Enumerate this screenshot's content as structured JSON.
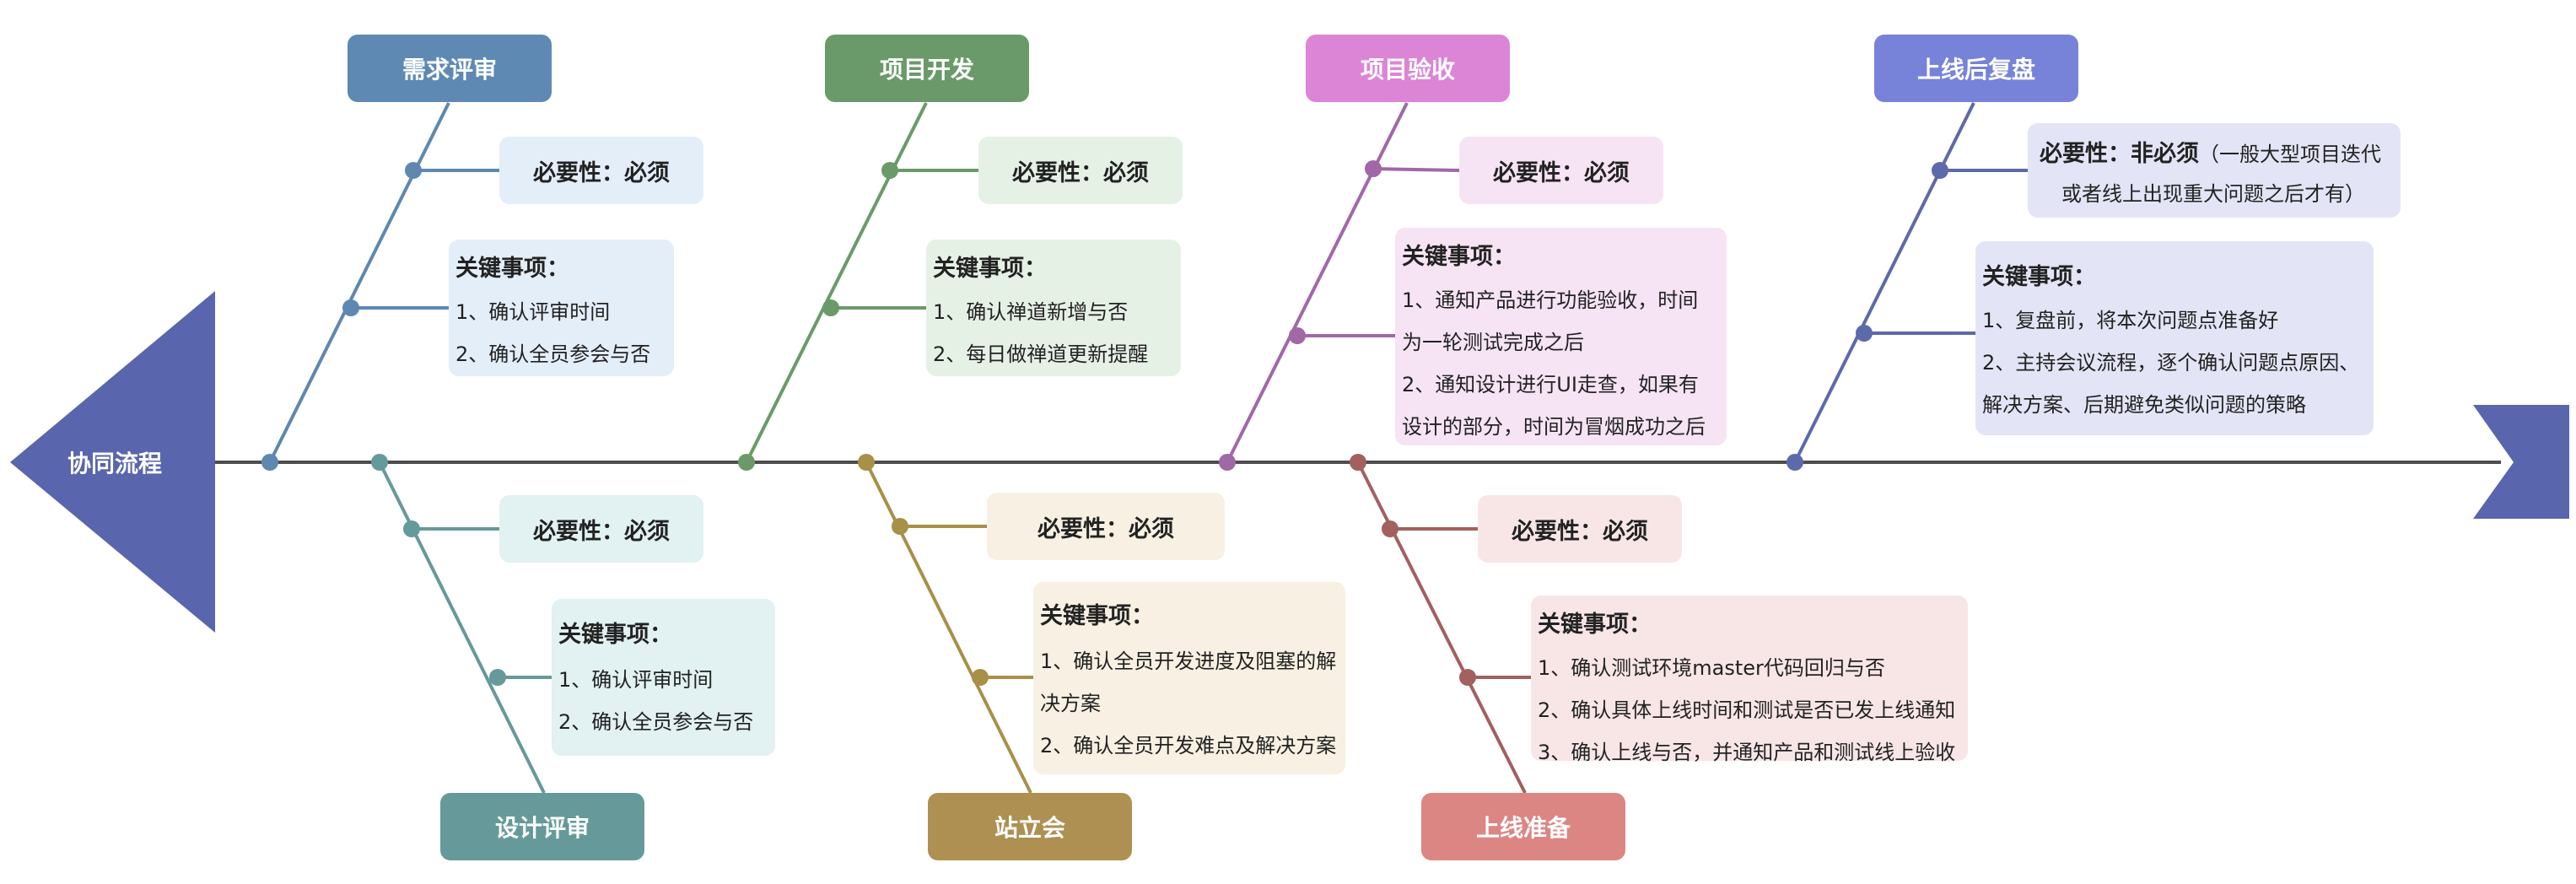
{
  "colors": {
    "spine": "#4d4d4d",
    "head": "#5965ad",
    "b1": "#5e88b0",
    "b1_light": "#e4eef9",
    "b2": "#6b9a68",
    "b2_light": "#e6f1e6",
    "b3": "#a068a6",
    "b3_light": "#f6e4f5",
    "b4": "#5d6aa9",
    "b4_light": "#e3e5f6",
    "b5": "#66999a",
    "b5_light": "#e2f1f1",
    "b6": "#a89049",
    "b6_light": "#f8f0e2",
    "b7": "#a2605f",
    "b7_light": "#f8e6e6",
    "t1": "#5e89b3",
    "t2": "#6a9a69",
    "t3": "#dc85d6",
    "t4": "#7683d8",
    "t5": "#669a9a",
    "t6": "#ad9052",
    "t7": "#dc8684"
  },
  "head": {
    "label": "协同流程"
  },
  "branches": {
    "xuqiu": {
      "title": "需求评审",
      "necessity": "必要性：必须",
      "key_title": "关键事项：",
      "items": [
        "1、确认评审时间",
        "2、确认全员参会与否"
      ]
    },
    "kaifa": {
      "title": "项目开发",
      "necessity": "必要性：必须",
      "key_title": "关键事项：",
      "items": [
        "1、确认禅道新增与否",
        "2、每日做禅道更新提醒"
      ]
    },
    "yanshou": {
      "title": "项目验收",
      "necessity": "必要性：必须",
      "key_title": "关键事项：",
      "items": [
        "1、通知产品进行功能验收，时间",
        "为一轮测试完成之后",
        "2、通知设计进行UI走查，如果有",
        "设计的部分，时间为冒烟成功之后"
      ]
    },
    "fupan": {
      "title": "上线后复盘",
      "necessity_bold": "必要性：非必须",
      "necessity_rest1": "（一般大型项目迭代",
      "necessity_rest2": "或者线上出现重大问题之后才有）",
      "key_title": "关键事项：",
      "items": [
        "1、复盘前，将本次问题点准备好",
        "2、主持会议流程，逐个确认问题点原因、",
        "解决方案、后期避免类似问题的策略"
      ]
    },
    "sheji": {
      "title": "设计评审",
      "necessity": "必要性：必须",
      "key_title": "关键事项：",
      "items": [
        "1、确认评审时间",
        "2、确认全员参会与否"
      ]
    },
    "zhanli": {
      "title": "站立会",
      "necessity": "必要性：必须",
      "key_title": "关键事项：",
      "items": [
        "1、确认全员开发进度及阻塞的解",
        "决方案",
        "2、确认全员开发难点及解决方案"
      ]
    },
    "zhunbei": {
      "title": "上线准备",
      "necessity": "必要性：必须",
      "key_title": "关键事项：",
      "items": [
        "1、确认测试环境master代码回归与否",
        "2、确认具体上线时间和测试是否已发上线通知",
        "3、确认上线与否，并通知产品和测试线上验收"
      ]
    }
  }
}
